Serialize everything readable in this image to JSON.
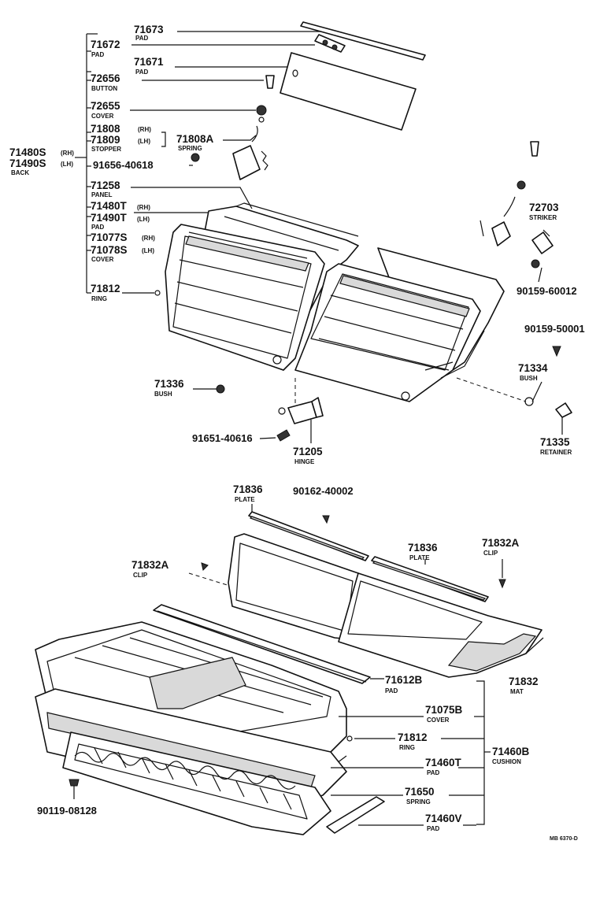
{
  "labels": {
    "p71673": "71673",
    "n71673": "PAD",
    "p71672": "71672",
    "n71672": "PAD",
    "p71671": "71671",
    "n71671": "PAD",
    "p72656": "72656",
    "n72656": "BUTTON",
    "p72655": "72655",
    "n72655": "COVER",
    "p71808": "71808",
    "rh71808": "(RH)",
    "p71809": "71809",
    "lh71809": "(LH)",
    "n71809": "STOPPER",
    "p71808a": "71808A",
    "n71808a": "SPRING",
    "p71480s": "71480S",
    "rh71480s": "(RH)",
    "p71490s": "71490S",
    "lh71490s": "(LH)",
    "n71490s": "BACK",
    "p91656": "91656-40618",
    "p71258": "71258",
    "n71258": "PANEL",
    "p71480t": "71480T",
    "rh71480t": "(RH)",
    "p71490t": "71490T",
    "lh71490t": "(LH)",
    "n71490t": "PAD",
    "p71077s": "71077S",
    "rh71077s": "(RH)",
    "p71078s": "71078S",
    "lh71078s": "(LH)",
    "n71078s": "COVER",
    "p71812a": "71812",
    "n71812a": "RING",
    "p72703": "72703",
    "n72703": "STRIKER",
    "p90159_60012": "90159-60012",
    "p90159_50001": "90159-50001",
    "p71334": "71334",
    "n71334": "BUSH",
    "p71336": "71336",
    "n71336": "BUSH",
    "p91651": "91651-40616",
    "p71205": "71205",
    "n71205": "HINGE",
    "p71335": "71335",
    "n71335": "RETAINER",
    "p71836a": "71836",
    "n71836a": "PLATE",
    "p90162": "90162-40002",
    "p71836b": "71836",
    "n71836b": "PLATE",
    "p71832a1": "71832A",
    "n71832a1": "CLIP",
    "p71832a2": "71832A",
    "n71832a2": "CLIP",
    "p71612b": "71612B",
    "n71612b": "PAD",
    "p71832": "71832",
    "n71832": "MAT",
    "p71075b": "71075B",
    "n71075b": "COVER",
    "p71812b": "71812",
    "n71812b": "RING",
    "p71460b": "71460B",
    "n71460b": "CUSHION",
    "p71460t": "71460T",
    "n71460t": "PAD",
    "p71650": "71650",
    "n71650": "SPRING",
    "p71460v": "71460V",
    "n71460v": "PAD",
    "p90119": "90119-08128",
    "ref": "MB 6370-D"
  }
}
